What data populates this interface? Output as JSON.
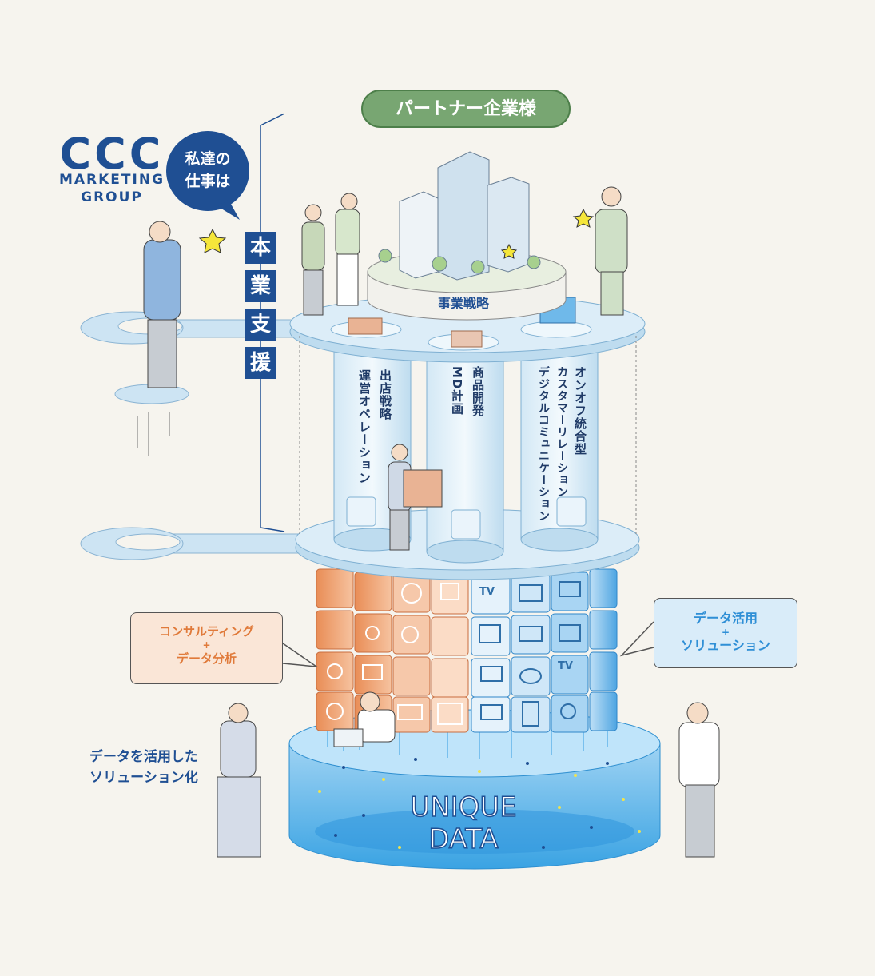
{
  "logo": {
    "mark": "CCC",
    "line1": "MARKETING",
    "line2": "GROUP"
  },
  "speech_bubble": {
    "line1": "私達の",
    "line2": "仕事は"
  },
  "partner_label": "パートナー企業様",
  "main_business": [
    "本",
    "業",
    "支",
    "援"
  ],
  "top_platform_label": "事業戦略",
  "pillars": [
    {
      "line1": "出店戦略",
      "line2": "運営オペレーション"
    },
    {
      "line1": "商品開発",
      "line2": "MD計画"
    },
    {
      "line1": "オンオフ統合型",
      "line2": "カスタマーリレーション",
      "line3": "デジタルコミュニケーション"
    }
  ],
  "callout_left": {
    "line1": "コンサルティング",
    "plus": "+",
    "line2": "データ分析"
  },
  "callout_right": {
    "line1": "データ活用",
    "plus": "+",
    "line2": "ソリューション"
  },
  "bottom_caption": {
    "line1": "データを活用した",
    "line2": "ソリューション化"
  },
  "data_label": {
    "line1": "UNIQUE",
    "line2": "DATA"
  },
  "tile_labels": [
    "TV",
    "TV"
  ],
  "colors": {
    "navy": "#1f4f93",
    "partner_green": "#78a672",
    "orange_block": "#f0a77a",
    "blue_block": "#6fb6e8",
    "platform": "#cde4f3",
    "background": "#f6f4ee"
  }
}
